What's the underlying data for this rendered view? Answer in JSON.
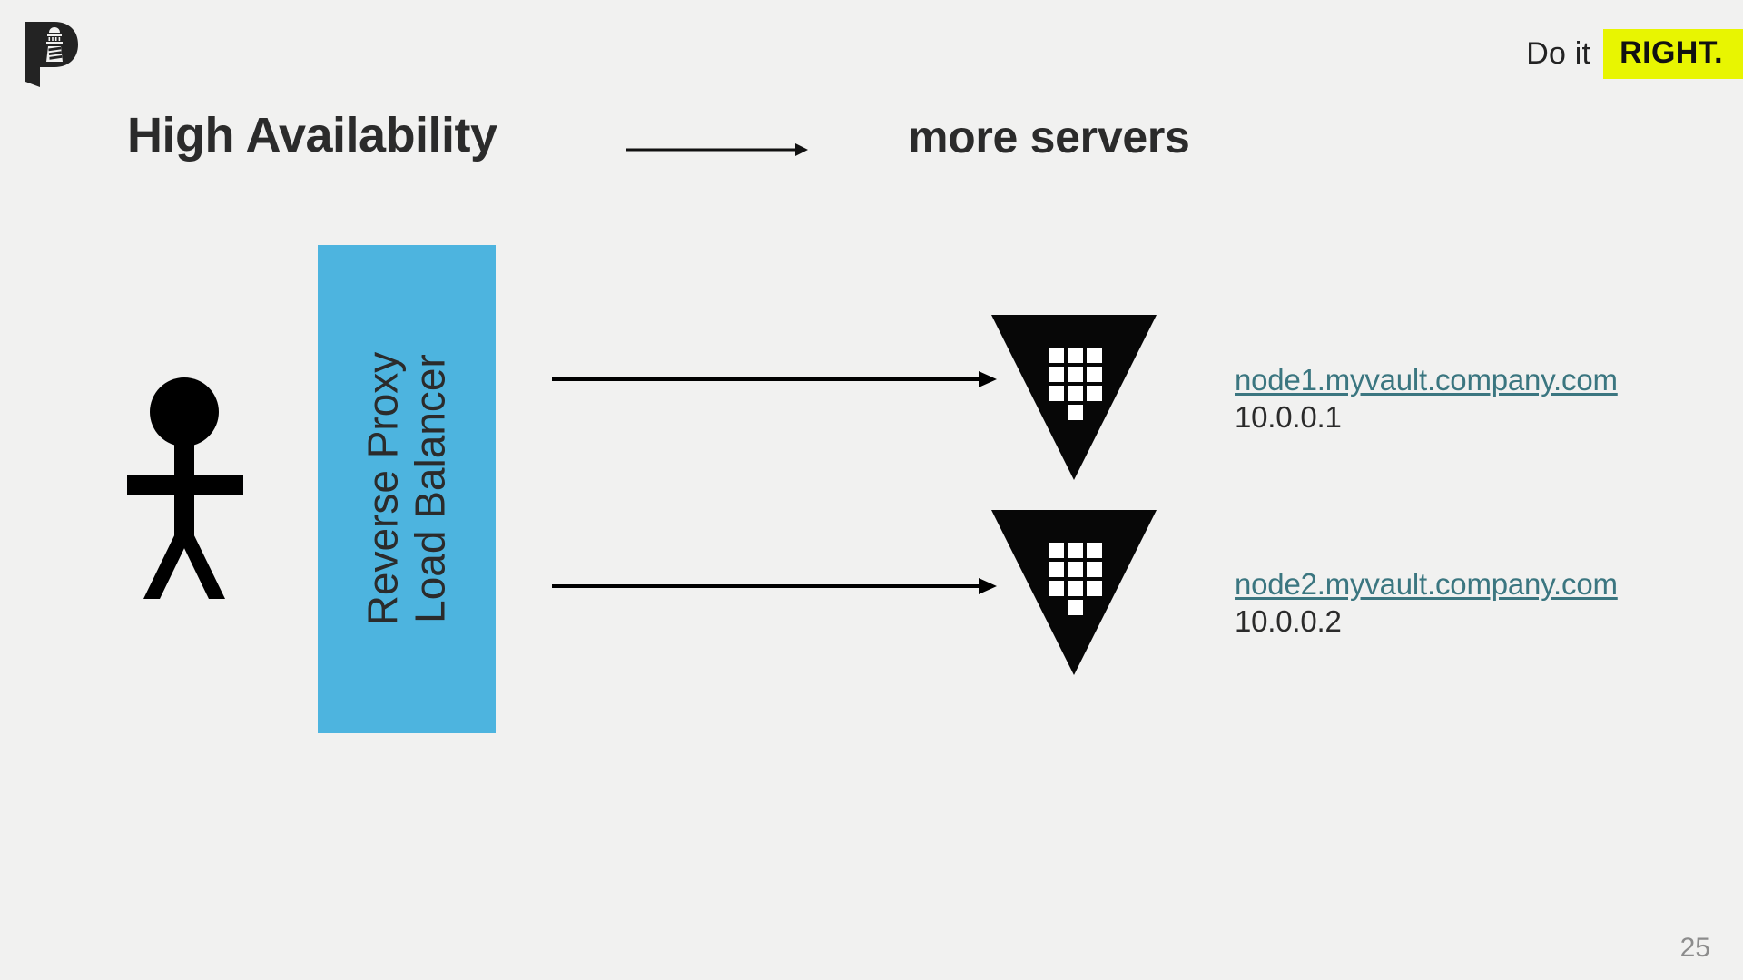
{
  "slide": {
    "number": "25",
    "background_color": "#f1f1f0"
  },
  "brand": {
    "logo_name": "lighthouse-p-logo",
    "tagline_prefix": "Do it",
    "tagline_emphasis": "RIGHT.",
    "highlight_color": "#e8f501"
  },
  "headline": {
    "left": "High Availability",
    "arrow": "right-arrow",
    "right": "more servers"
  },
  "diagram": {
    "client_icon": "stick-figure-user",
    "load_balancer": {
      "line1": "Reverse Proxy",
      "line2": "Load Balancer",
      "color": "#4db4df"
    },
    "nodes": [
      {
        "icon": "vault-logo",
        "host": "node1.myvault.company.com",
        "ip": "10.0.0.1",
        "link_color": "#3b7680"
      },
      {
        "icon": "vault-logo",
        "host": "node2.myvault.company.com",
        "ip": "10.0.0.2",
        "link_color": "#3b7680"
      }
    ]
  }
}
